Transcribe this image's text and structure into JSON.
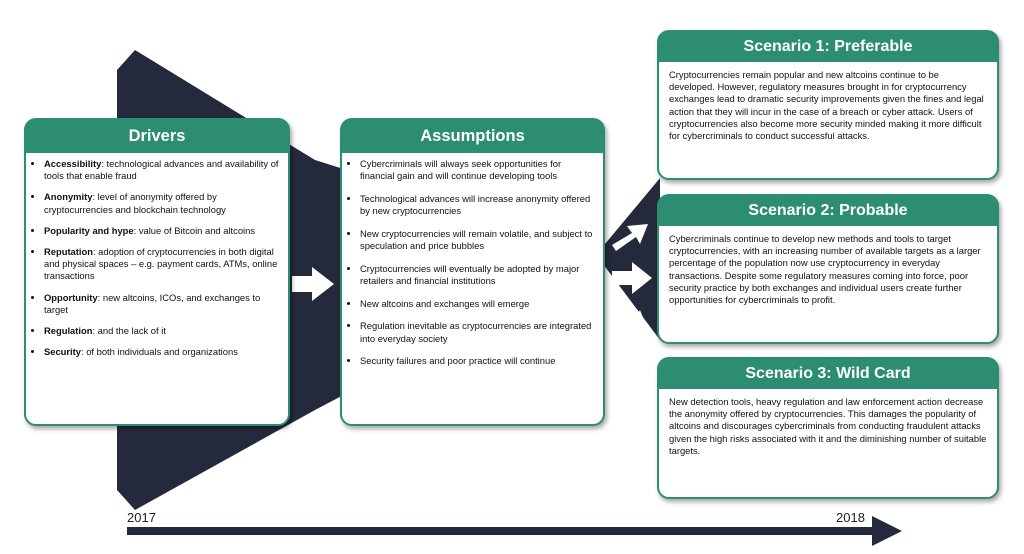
{
  "drivers": {
    "title": "Drivers",
    "items": [
      {
        "term": "Accessibility",
        "text": ": technological advances and availability of tools that enable fraud"
      },
      {
        "term": "Anonymity",
        "text": ": level of anonymity offered by cryptocurrencies and blockchain technology"
      },
      {
        "term": "Popularity and hype",
        "text": ": value of Bitcoin and altcoins"
      },
      {
        "term": "Reputation",
        "text": ": adoption of cryptocurrencies in both digital and physical spaces – e.g. payment cards, ATMs, online transactions"
      },
      {
        "term": "Opportunity",
        "text": ": new altcoins, ICOs, and exchanges to target"
      },
      {
        "term": "Regulation",
        "text": ": and the lack of it"
      },
      {
        "term": "Security",
        "text": ": of both individuals and organizations"
      }
    ]
  },
  "assumptions": {
    "title": "Assumptions",
    "items": [
      "Cybercriminals will always seek opportunities for financial gain and will continue developing tools",
      "Technological advances will increase anonymity offered by new cryptocurrencies",
      "New cryptocurrencies will remain volatile, and subject to speculation and price bubbles",
      "Cryptocurrencies will eventually be adopted by major retailers and financial institutions",
      "New altcoins and exchanges will emerge",
      "Regulation inevitable as cryptocurrencies are integrated into everyday society",
      "Security failures and poor practice will continue"
    ]
  },
  "scenarios": [
    {
      "title": "Scenario 1: Preferable",
      "text": "Cryptocurrencies remain popular and new altcoins continue to be developed. However, regulatory measures brought in for cryptocurrency exchanges lead to dramatic security improvements given the fines and legal action that they will incur in the case of a breach or cyber attack. Users of cryptocurrencies also become more security minded making it more difficult for cybercriminals to conduct successful attacks."
    },
    {
      "title": "Scenario 2: Probable",
      "text": "Cybercriminals continue to develop new methods and tools to target cryptocurrencies, with an increasing number of available targets as a larger percentage of the population now use cryptocurrency in everyday transactions. Despite some regulatory measures coming into force, poor security practice by both exchanges and individual users create further opportunities for cybercriminals to profit."
    },
    {
      "title": "Scenario 3: Wild Card",
      "text": "New detection tools, heavy regulation and law enforcement action decrease the anonymity offered by cryptocurrencies. This damages the popularity of altcoins and discourages cybercriminals from conducting fraudulent attacks given the high risks associated with it and the diminishing number of suitable targets."
    }
  ],
  "timeline": {
    "start": "2017",
    "end": "2018"
  },
  "colors": {
    "accent": "#2d8d72",
    "funnel": "#242a3c"
  }
}
